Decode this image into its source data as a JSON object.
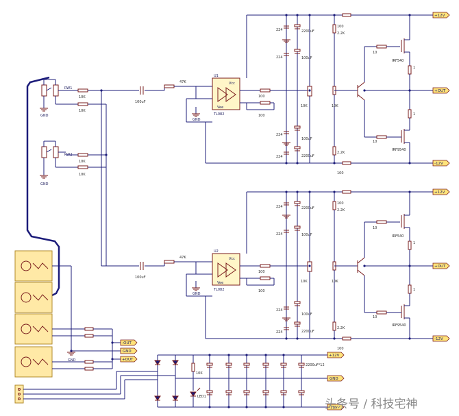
{
  "watermark": "头条号 / 科技宅神",
  "ports": {
    "p12v_top": "+12V",
    "out_top": "+OUT",
    "m12v_top": "-12V",
    "p12v_mid": "+12V",
    "out_mid": "+OUT",
    "m12v_mid": "-12V",
    "mout": "-OUT",
    "gnd": "GND",
    "pout": "+OUT",
    "p12v_ps": "+12V",
    "gnd_ps": "GND",
    "m12v_ps": "-12V"
  },
  "labels": {
    "opamp_top": "TL082",
    "opamp_bot": "TL082",
    "u1": "U1",
    "u2": "U2",
    "vcc": "Vcc",
    "vee": "Vee",
    "gnd": "GND",
    "c_main": "2200uF",
    "c_small": "100uF",
    "c_ps": "2200uF*12",
    "r100": "100",
    "r10k": "10K",
    "r2k2": "2.2K",
    "r10": "10",
    "r1": "1",
    "r47k": "47K",
    "c224": "224",
    "irf_p": "IRF9540",
    "irf_n": "IRF540",
    "led": "LED1",
    "rw1": "RW1",
    "rw2": "RW2"
  }
}
